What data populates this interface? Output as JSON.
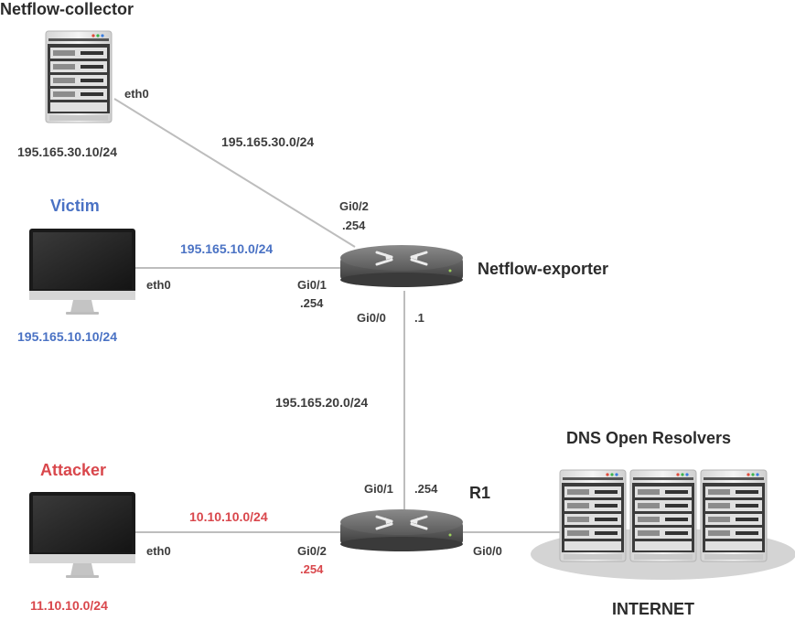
{
  "nodes": {
    "collector": {
      "title": "Netflow-collector",
      "iface": "eth0",
      "ip": "195.165.30.10/24"
    },
    "victim": {
      "title": "Victim",
      "iface": "eth0",
      "ip": "195.165.10.10/24"
    },
    "attacker": {
      "title": "Attacker",
      "iface": "eth0",
      "ip": "11.10.10.0/24"
    },
    "exporter": {
      "title": "Netflow-exporter",
      "gi02": "Gi0/2",
      "gi02_ip": ".254",
      "gi01": "Gi0/1",
      "gi01_ip": ".254",
      "gi00": "Gi0/0",
      "gi00_ip": ".1"
    },
    "r1": {
      "title": "R1",
      "gi01": "Gi0/1",
      "gi01_ip": ".254",
      "gi02": "Gi0/2",
      "gi02_ip": ".254",
      "gi00": "Gi0/0"
    },
    "resolvers": {
      "title": "DNS Open Resolvers",
      "cloud_label": "INTERNET"
    }
  },
  "networks": {
    "net30": "195.165.30.0/24",
    "net10": "195.165.10.0/24",
    "net20": "195.165.20.0/24",
    "net_attack": "10.10.10.0/24"
  },
  "colors": {
    "victim": "#4a72c4",
    "attacker": "#d9474c",
    "link": "#bdbdbd",
    "text": "#3c3c3c"
  }
}
